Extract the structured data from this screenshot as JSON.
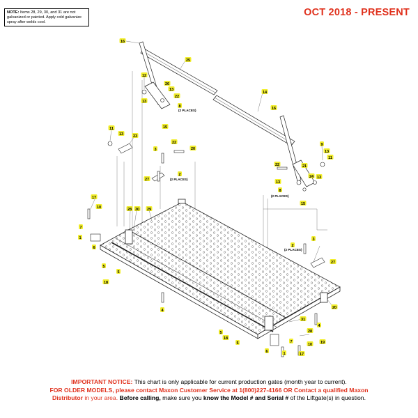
{
  "note": {
    "label": "NOTE:",
    "text": "Items 28, 29, 30, and 31 are not galvanized or painted. Apply cold galvanize spray after welds cool."
  },
  "date_range": "OCT 2018 - PRESENT",
  "callouts": [
    "16",
    "25",
    "14",
    "12",
    "26",
    "13",
    "22",
    "8",
    "13",
    "15",
    "16",
    "11",
    "13",
    "23",
    "3",
    "22",
    "20",
    "2",
    "27",
    "9",
    "13",
    "11",
    "22",
    "21",
    "13",
    "24",
    "13",
    "8",
    "15",
    "17",
    "10",
    "28",
    "30",
    "29",
    "7",
    "1",
    "6",
    "5",
    "18",
    "5",
    "2",
    "3",
    "27",
    "4",
    "20",
    "31",
    "28",
    "5",
    "18",
    "5",
    "19",
    "7",
    "10",
    "6",
    "1",
    "17",
    "4"
  ],
  "places_labels": [
    "(2 PLACES)",
    "(2 PLACES)",
    "(2 PLACES)",
    "(2 PLACES)"
  ],
  "notice": {
    "line1_red": "IMPORTANT NOTICE:",
    "line1_rest": "This chart is only applicable for current production gates (month year to current).",
    "line2_red": "FOR OLDER MODELS, please contact Maxon Customer Service at 1(800)227-4166 OR Contact a qualified Maxon",
    "line3_a": "Distributor",
    "line3_b": "in your area.",
    "line3_c": "Before calling,",
    "line3_d": "make sure you",
    "line3_e": "know the Model # and Serial #",
    "line3_f": "of the Liftgate(s) in question."
  }
}
